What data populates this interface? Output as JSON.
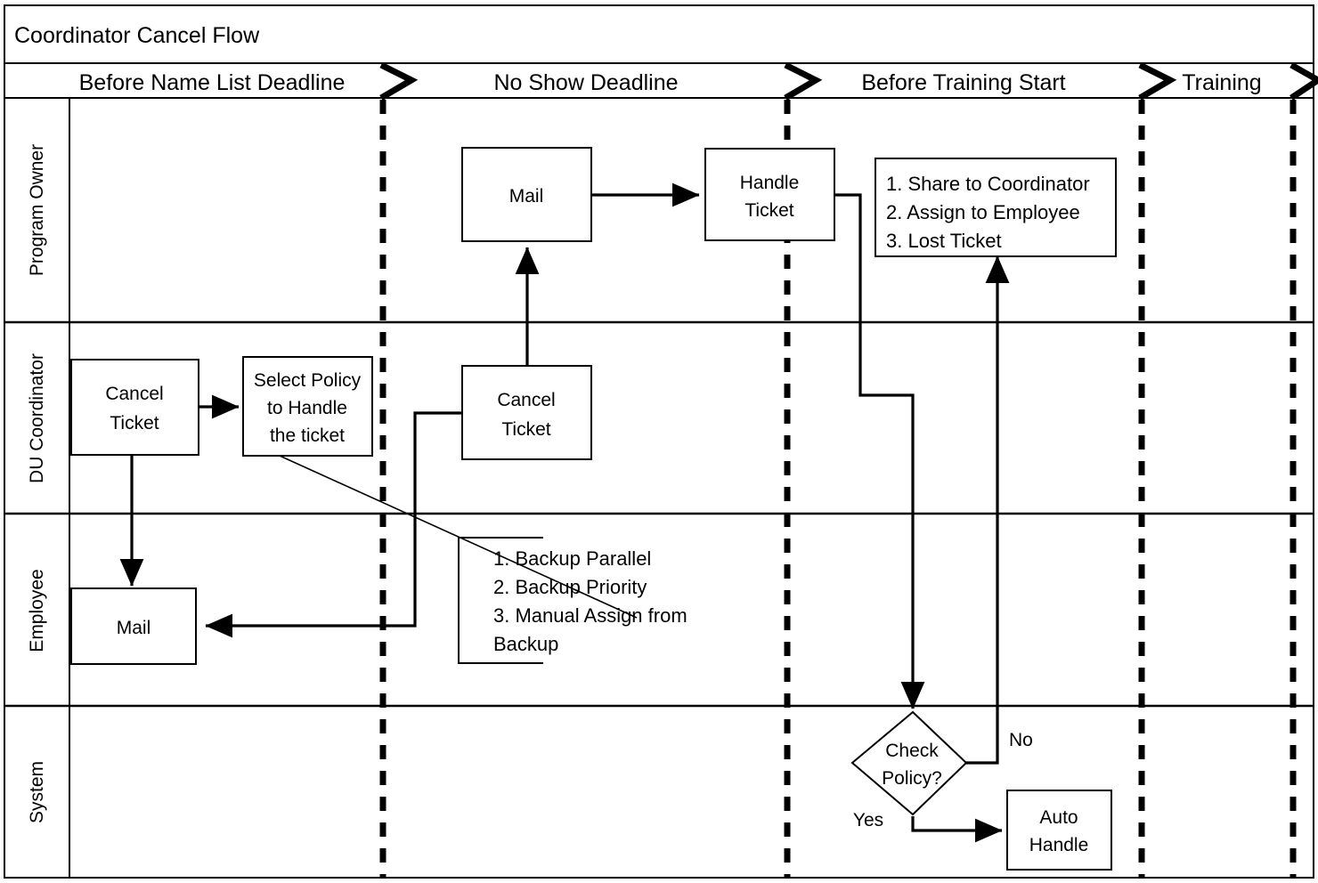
{
  "diagram": {
    "title": "Coordinator Cancel Flow",
    "type": "swimlane-flowchart",
    "phases": [
      {
        "id": "phase-before-name-list",
        "label": "Before Name List Deadline"
      },
      {
        "id": "phase-no-show",
        "label": "No Show Deadline"
      },
      {
        "id": "phase-before-training",
        "label": "Before Training Start"
      },
      {
        "id": "phase-training",
        "label": "Training"
      }
    ],
    "lanes": [
      {
        "id": "lane-program-owner",
        "label": "Program Owner"
      },
      {
        "id": "lane-du-coordinator",
        "label": "DU Coordinator"
      },
      {
        "id": "lane-employee",
        "label": "Employee"
      },
      {
        "id": "lane-system",
        "label": "System"
      }
    ],
    "nodes": [
      {
        "id": "node-mail-po",
        "shape": "rect",
        "lane": "Program Owner",
        "phase": "No Show Deadline",
        "lines": [
          "Mail"
        ]
      },
      {
        "id": "node-handle-ticket",
        "shape": "rect",
        "lane": "Program Owner",
        "phase": "No Show Deadline",
        "lines": [
          "Handle",
          "Ticket"
        ]
      },
      {
        "id": "node-po-options",
        "shape": "note-rect",
        "lane": "Program Owner",
        "phase": "Before Training Start",
        "lines": [
          "1. Share  to Coordinator",
          "2. Assign to Employee",
          "3. Lost Ticket"
        ]
      },
      {
        "id": "node-cancel-ticket-du",
        "shape": "rect",
        "lane": "DU Coordinator",
        "phase": "Before Name List Deadline",
        "lines": [
          "Cancel",
          "Ticket"
        ]
      },
      {
        "id": "node-select-policy",
        "shape": "rect",
        "lane": "DU Coordinator",
        "phase": "Before Name List Deadline",
        "lines": [
          "Select Policy",
          "to Handle",
          "the ticket"
        ]
      },
      {
        "id": "node-cancel-ticket-ns",
        "shape": "rect",
        "lane": "DU Coordinator",
        "phase": "No Show Deadline",
        "lines": [
          "Cancel",
          "Ticket"
        ]
      },
      {
        "id": "node-mail-employee",
        "shape": "rect",
        "lane": "Employee",
        "phase": "Before Name List Deadline",
        "lines": [
          "Mail"
        ]
      },
      {
        "id": "node-backup-options",
        "shape": "bracket-note",
        "lane": "Employee",
        "phase": "No Show Deadline",
        "lines": [
          "1. Backup Parallel",
          "2. Backup Priority",
          "3. Manual Assign from",
          "Backup"
        ]
      },
      {
        "id": "node-check-policy",
        "shape": "diamond",
        "lane": "System",
        "phase": "Before Training Start",
        "lines": [
          "Check",
          "Policy?"
        ]
      },
      {
        "id": "node-auto-handle",
        "shape": "rect",
        "lane": "System",
        "phase": "Before Training Start",
        "lines": [
          "Auto",
          "Handle"
        ]
      }
    ],
    "edges": [
      {
        "id": "edge-mail-to-handle-ticket",
        "from": "node-mail-po",
        "to": "node-handle-ticket",
        "label": ""
      },
      {
        "id": "edge-cancel-ns-to-mail-po",
        "from": "node-cancel-ticket-ns",
        "to": "node-mail-po",
        "label": ""
      },
      {
        "id": "edge-cancel-du-to-select-policy",
        "from": "node-cancel-ticket-du",
        "to": "node-select-policy",
        "label": ""
      },
      {
        "id": "edge-cancel-du-to-mail-employee",
        "from": "node-cancel-ticket-du",
        "to": "node-mail-employee",
        "label": ""
      },
      {
        "id": "edge-cancel-ns-to-mail-employee",
        "from": "node-cancel-ticket-ns",
        "to": "node-mail-employee",
        "label": ""
      },
      {
        "id": "edge-select-policy-to-backup-options",
        "from": "node-select-policy",
        "to": "node-backup-options",
        "label": ""
      },
      {
        "id": "edge-handle-ticket-to-check-policy",
        "from": "node-handle-ticket",
        "to": "node-check-policy",
        "label": ""
      },
      {
        "id": "edge-check-policy-no",
        "from": "node-check-policy",
        "to": "node-po-options",
        "label": "No"
      },
      {
        "id": "edge-check-policy-yes",
        "from": "node-check-policy",
        "to": "node-auto-handle",
        "label": "Yes"
      }
    ],
    "edge_labels": {
      "no": "No",
      "yes": "Yes"
    },
    "colors": {
      "stroke": "#000000",
      "background": "#ffffff"
    }
  }
}
